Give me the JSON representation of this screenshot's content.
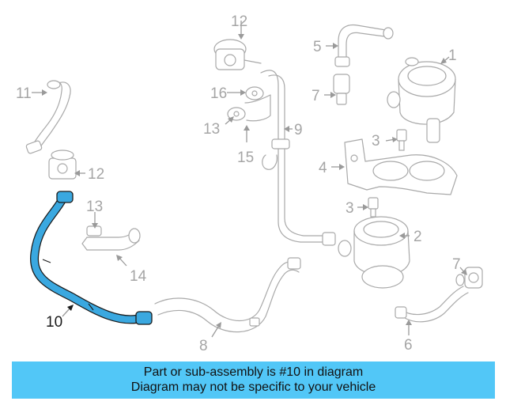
{
  "diagram": {
    "highlighted_part": "10",
    "highlight_color": "#3aa8e0",
    "labels": {
      "l1": "1",
      "l2": "2",
      "l3a": "3",
      "l3b": "3",
      "l4": "4",
      "l5": "5",
      "l6": "6",
      "l7a": "7",
      "l7b": "7",
      "l8": "8",
      "l9": "9",
      "l10": "10",
      "l11": "11",
      "l12a": "12",
      "l12b": "12",
      "l13a": "13",
      "l13b": "13",
      "l14": "14",
      "l15": "15",
      "l16": "16"
    }
  },
  "banner": {
    "line1": "Part or sub-assembly is #10 in diagram",
    "line2": "Diagram may not be specific to your vehicle",
    "color": "#52c7f7"
  }
}
